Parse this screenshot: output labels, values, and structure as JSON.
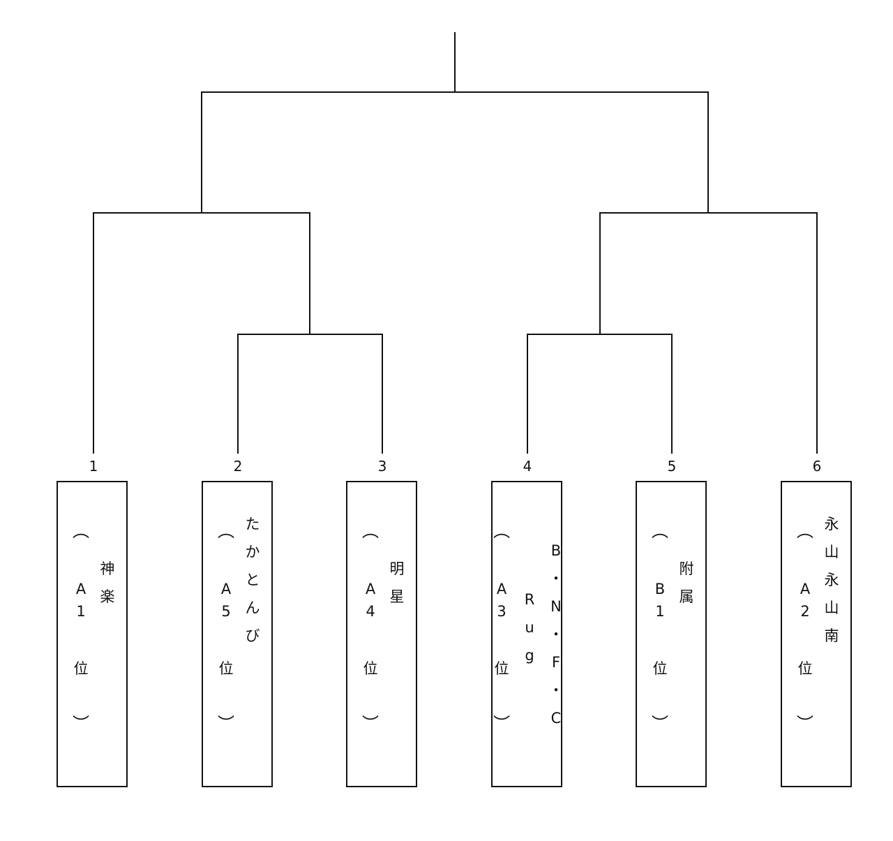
{
  "entries": [
    {
      "seed": "1",
      "rank": [
        "A",
        "1"
      ],
      "pos": "位",
      "name": [
        "神",
        "",
        "",
        "",
        "",
        "楽"
      ]
    },
    {
      "seed": "2",
      "rank": [
        "A",
        "5"
      ],
      "pos": "位",
      "name": [
        "た",
        "",
        "か",
        "",
        "と",
        "",
        "ん",
        "",
        "び"
      ]
    },
    {
      "seed": "3",
      "rank": [
        "A",
        "4"
      ],
      "pos": "位",
      "name": [
        "明",
        "",
        "",
        "",
        "",
        "星"
      ]
    },
    {
      "seed": "4",
      "rank": [
        "A",
        "3"
      ],
      "pos": "位",
      "name": [
        "R",
        "u",
        "g"
      ],
      "name2": [
        "B",
        "・",
        "N",
        "・",
        "F",
        "・",
        "C"
      ]
    },
    {
      "seed": "5",
      "rank": [
        "B",
        "1"
      ],
      "pos": "位",
      "name": [
        "附",
        "",
        "",
        "",
        "",
        "属"
      ]
    },
    {
      "seed": "6",
      "rank": [
        "A",
        "2"
      ],
      "pos": "位",
      "name": [
        "永",
        "",
        "山",
        "",
        "永",
        "",
        "山",
        "",
        "南"
      ]
    }
  ],
  "brackets": {
    "open": "︵",
    "close": "︶"
  },
  "line_color": "#111111"
}
